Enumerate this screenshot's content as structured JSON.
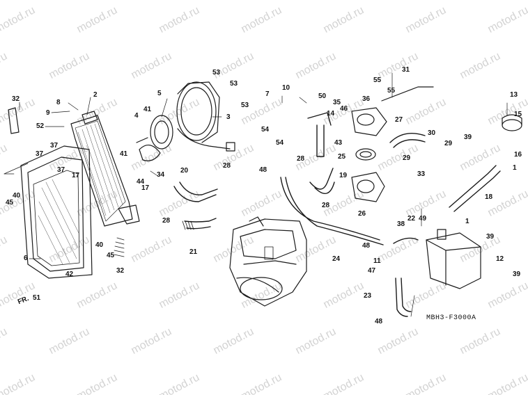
{
  "watermark": "motod.ru",
  "diagram_code": "MBH3-F3000A",
  "front_marker": "FR.",
  "callouts": [
    {
      "id": "c1",
      "text": "1"
    },
    {
      "id": "c1b",
      "text": "1"
    },
    {
      "id": "c2",
      "text": "2"
    },
    {
      "id": "c3",
      "text": "3"
    },
    {
      "id": "c4",
      "text": "4"
    },
    {
      "id": "c5",
      "text": "5"
    },
    {
      "id": "c6",
      "text": "6"
    },
    {
      "id": "c7",
      "text": "7"
    },
    {
      "id": "c8",
      "text": "8"
    },
    {
      "id": "c9",
      "text": "9"
    },
    {
      "id": "c10",
      "text": "10"
    },
    {
      "id": "c11",
      "text": "11"
    },
    {
      "id": "c12",
      "text": "12"
    },
    {
      "id": "c13",
      "text": "13"
    },
    {
      "id": "c14",
      "text": "14"
    },
    {
      "id": "c15",
      "text": "15"
    },
    {
      "id": "c16",
      "text": "16"
    },
    {
      "id": "c17a",
      "text": "17"
    },
    {
      "id": "c17b",
      "text": "17"
    },
    {
      "id": "c18",
      "text": "18"
    },
    {
      "id": "c19",
      "text": "19"
    },
    {
      "id": "c20",
      "text": "20"
    },
    {
      "id": "c21",
      "text": "21"
    },
    {
      "id": "c22",
      "text": "22"
    },
    {
      "id": "c23",
      "text": "23"
    },
    {
      "id": "c24",
      "text": "24"
    },
    {
      "id": "c25",
      "text": "25"
    },
    {
      "id": "c26",
      "text": "26"
    },
    {
      "id": "c27",
      "text": "27"
    },
    {
      "id": "c28a",
      "text": "28"
    },
    {
      "id": "c28b",
      "text": "28"
    },
    {
      "id": "c28c",
      "text": "28"
    },
    {
      "id": "c28d",
      "text": "28"
    },
    {
      "id": "c29a",
      "text": "29"
    },
    {
      "id": "c29b",
      "text": "29"
    },
    {
      "id": "c30",
      "text": "30"
    },
    {
      "id": "c31",
      "text": "31"
    },
    {
      "id": "c32a",
      "text": "32"
    },
    {
      "id": "c32b",
      "text": "32"
    },
    {
      "id": "c33",
      "text": "33"
    },
    {
      "id": "c34",
      "text": "34"
    },
    {
      "id": "c35",
      "text": "35"
    },
    {
      "id": "c36",
      "text": "36"
    },
    {
      "id": "c37a",
      "text": "37"
    },
    {
      "id": "c37b",
      "text": "37"
    },
    {
      "id": "c37c",
      "text": "37"
    },
    {
      "id": "c38",
      "text": "38"
    },
    {
      "id": "c39a",
      "text": "39"
    },
    {
      "id": "c39b",
      "text": "39"
    },
    {
      "id": "c39c",
      "text": "39"
    },
    {
      "id": "c40a",
      "text": "40"
    },
    {
      "id": "c40b",
      "text": "40"
    },
    {
      "id": "c41a",
      "text": "41"
    },
    {
      "id": "c41b",
      "text": "41"
    },
    {
      "id": "c42",
      "text": "42"
    },
    {
      "id": "c43",
      "text": "43"
    },
    {
      "id": "c44",
      "text": "44"
    },
    {
      "id": "c45a",
      "text": "45"
    },
    {
      "id": "c45b",
      "text": "45"
    },
    {
      "id": "c46",
      "text": "46"
    },
    {
      "id": "c47",
      "text": "47"
    },
    {
      "id": "c48a",
      "text": "48"
    },
    {
      "id": "c48b",
      "text": "48"
    },
    {
      "id": "c48c",
      "text": "48"
    },
    {
      "id": "c49",
      "text": "49"
    },
    {
      "id": "c50",
      "text": "50"
    },
    {
      "id": "c51",
      "text": "51"
    },
    {
      "id": "c52",
      "text": "52"
    },
    {
      "id": "c53a",
      "text": "53"
    },
    {
      "id": "c53b",
      "text": "53"
    },
    {
      "id": "c53c",
      "text": "53"
    },
    {
      "id": "c54a",
      "text": "54"
    },
    {
      "id": "c54b",
      "text": "54"
    },
    {
      "id": "c55a",
      "text": "55"
    },
    {
      "id": "c55b",
      "text": "55"
    }
  ],
  "colors": {
    "line": "#1a1a1a",
    "watermark": "#d3d3d3",
    "background": "#ffffff"
  }
}
